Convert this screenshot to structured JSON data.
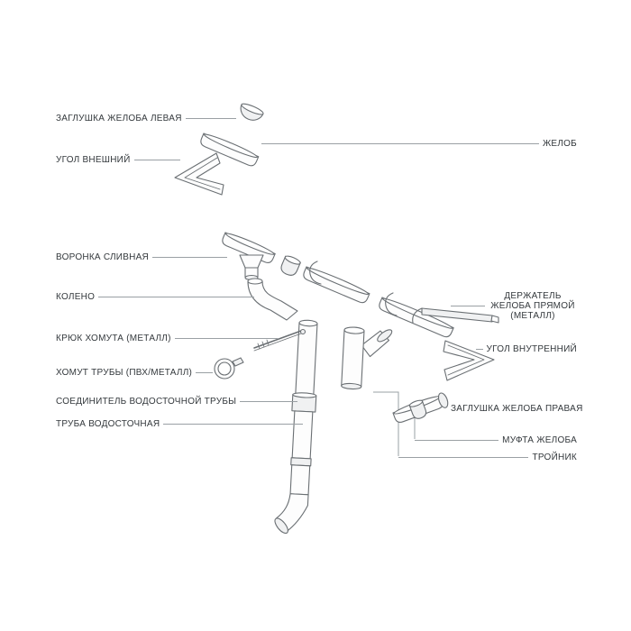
{
  "diagram": {
    "colors": {
      "background": "#ffffff",
      "line": "#6a6f73",
      "leader": "#9aa0a4",
      "text": "#33383c"
    }
  },
  "labels": {
    "left": [
      {
        "text": "ЗАГЛУШКА ЖЕЛОБА ЛЕВАЯ"
      },
      {
        "text": "УГОЛ ВНЕШНИЙ"
      },
      {
        "text": "ВОРОНКА СЛИВНАЯ"
      },
      {
        "text": "КОЛЕНО"
      },
      {
        "text": "КРЮК ХОМУТА (МЕТАЛЛ)"
      },
      {
        "text": "ХОМУТ ТРУБЫ (ПВХ/МЕТАЛЛ)"
      },
      {
        "text": "СОЕДИНИТЕЛЬ ВОДОСТОЧНОЙ ТРУБЫ"
      },
      {
        "text": "ТРУБА ВОДОСТОЧНАЯ"
      }
    ],
    "right": [
      {
        "text": "ЖЕЛОБ"
      },
      {
        "text": "ДЕРЖАТЕЛЬ ЖЕЛОБА ПРЯМОЙ (МЕТАЛЛ)"
      },
      {
        "text": "УГОЛ ВНУТРЕННИЙ"
      },
      {
        "text": "ЗАГЛУШКА ЖЕЛОБА ПРАВАЯ"
      },
      {
        "text": "МУФТА ЖЕЛОБА"
      },
      {
        "text": "ТРОЙНИК"
      }
    ]
  }
}
